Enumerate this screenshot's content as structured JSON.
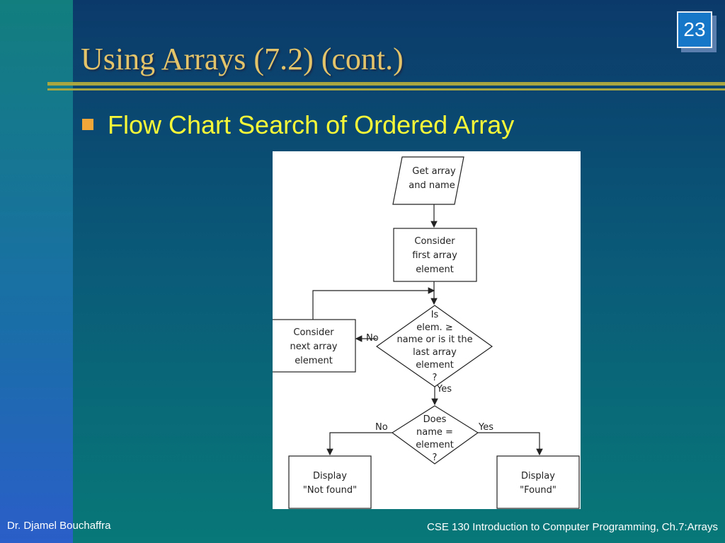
{
  "slide": {
    "number": "23",
    "title": "Using Arrays (7.2) (cont.)",
    "bullet": "Flow Chart Search of Ordered Array",
    "footer_left": "Dr. Djamel Bouchaffra",
    "footer_right": "CSE 130 Introduction to Computer Programming, Ch.7:Arrays",
    "colors": {
      "title": "#e3c46a",
      "bullet_text": "#f8f838",
      "bullet_marker": "#f0a638",
      "rule": "#a8a640"
    }
  },
  "flowchart": {
    "input": [
      "Get array",
      "and name"
    ],
    "consider_first": [
      "Consider",
      "first array",
      "element"
    ],
    "consider_next": [
      "Consider",
      "next array",
      "element"
    ],
    "decision_1": [
      "Is",
      "elem. ≥",
      "name or is it the",
      "last array",
      "element",
      "?"
    ],
    "decision_2": [
      "Does",
      "name =",
      "element",
      "?"
    ],
    "display_not_found": [
      "Display",
      "\"Not found\""
    ],
    "display_found": [
      "Display",
      "\"Found\""
    ],
    "labels": {
      "no": "No",
      "yes": "Yes"
    }
  }
}
